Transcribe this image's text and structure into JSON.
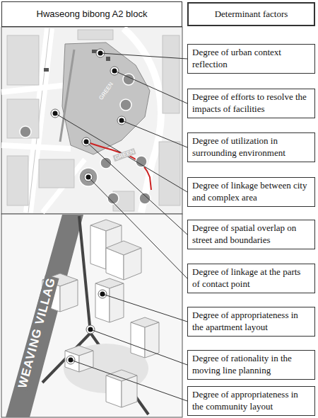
{
  "diagram": {
    "nodes": [
      {
        "text": [
          "Hwaseong bibong A2 block"
        ]
      },
      {
        "text": [
          "Determinant factors"
        ]
      },
      {
        "text": [
          "Degree of urban context reflection"
        ]
      },
      {
        "text": [
          "Degree of efforts to resolve the impacts of facilities"
        ]
      },
      {
        "text": [
          "Degree of utilization in surrounding environment"
        ]
      },
      {
        "text": [
          "Degree of linkage between city and complex area"
        ]
      },
      {
        "text": [
          "Degree of spatial overlap on street and boundaries"
        ]
      },
      {
        "text": [
          "Degree of linkage at the parts of contact point"
        ]
      },
      {
        "text": [
          "Degree of appropriateness in the apartment layout"
        ]
      },
      {
        "text": [
          "Degree of rationality in the moving line planning"
        ]
      },
      {
        "text": [
          "Degree of appropriateness in the community layout"
        ]
      }
    ],
    "labels": [
      "GREEN",
      "GREEN",
      "WEAVING VILLAG"
    ]
  }
}
